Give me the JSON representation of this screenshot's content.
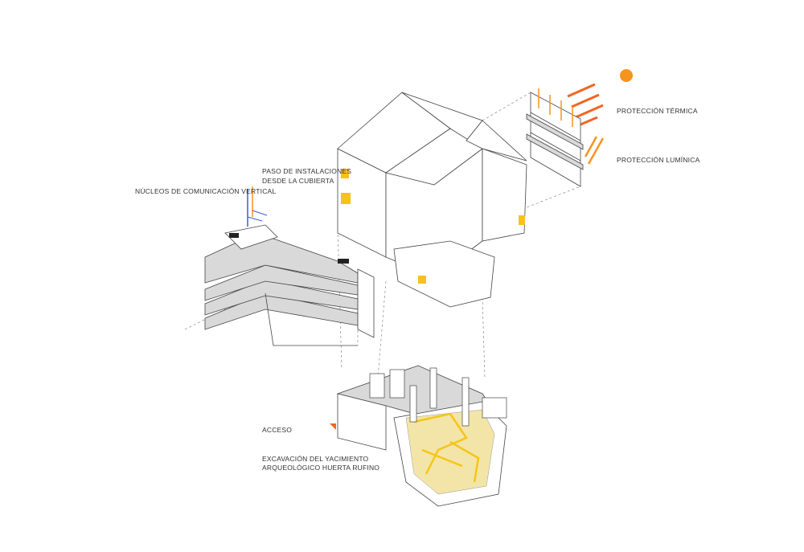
{
  "labels": {
    "nucleos": "NÚCLEOS DE COMUNICACIÓN VERTICAL",
    "paso_1": "PASO DE INSTALACIONES",
    "paso_2": "DESDE LA CUBIERTA",
    "proteccion_termica": "PROTECCIÓN TÉRMICA",
    "proteccion_luminica": "PROTECCIÓN LUMÍNICA",
    "acceso": "ACCESO",
    "excavacion_1": "EXCAVACIÓN DEL YACIMIENTO",
    "excavacion_2": "ARQUEOLÓGICO HUERTA RUFINO"
  },
  "colors": {
    "accent_orange": "#f7941d",
    "arrow_orange": "#f26522",
    "duct_blue": "#3b5bdb",
    "ruins_yellow": "#f5c518",
    "slab_gray": "#d9d9d9"
  }
}
